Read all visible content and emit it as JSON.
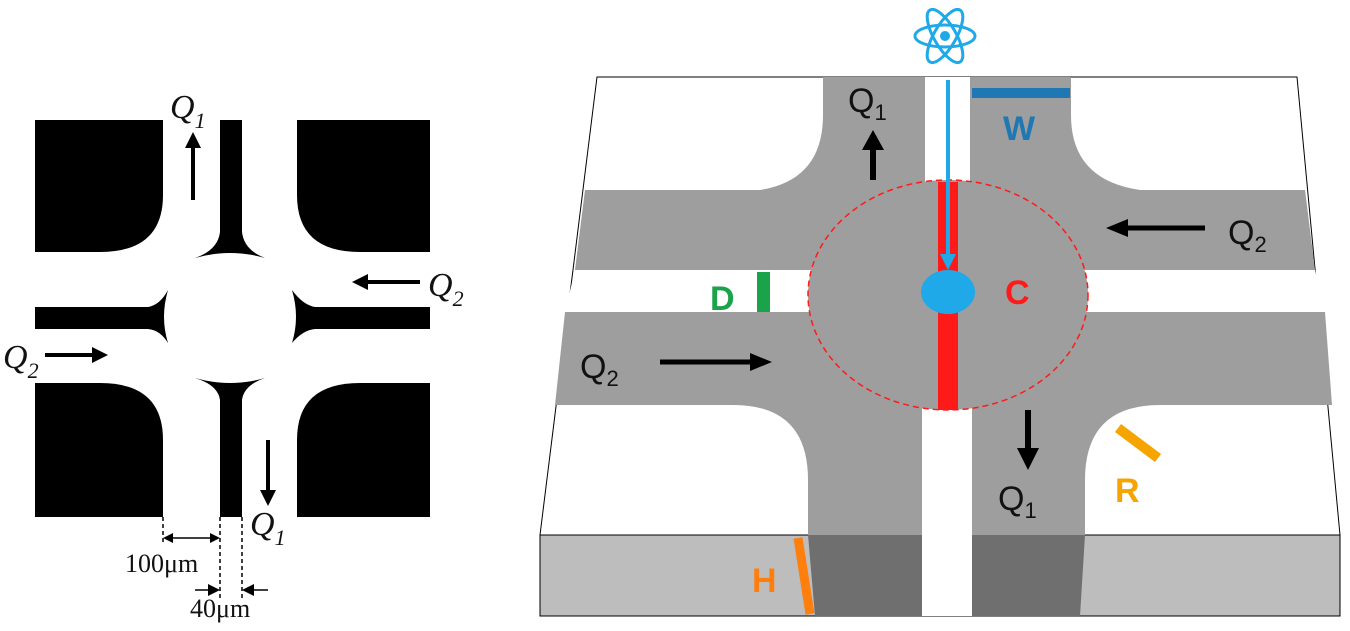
{
  "left_diagram": {
    "flow_q1_top": {
      "main": "Q",
      "sub": "1"
    },
    "flow_q1_bottom": {
      "main": "Q",
      "sub": "1"
    },
    "flow_q2_right": {
      "main": "Q",
      "sub": "2"
    },
    "flow_q2_left": {
      "main": "Q",
      "sub": "2"
    },
    "dim_100": "100μm",
    "dim_40": "40μm"
  },
  "right_diagram": {
    "flow_q1_top": {
      "main": "Q",
      "sub": "1"
    },
    "flow_q1_bottom": {
      "main": "Q",
      "sub": "1"
    },
    "flow_q2_right": {
      "main": "Q",
      "sub": "2"
    },
    "flow_q2_left": {
      "main": "Q",
      "sub": "2"
    },
    "labels": {
      "W": "W",
      "D": "D",
      "C": "C",
      "R": "R",
      "H": "H"
    }
  },
  "colors": {
    "channel_black": "#000000",
    "channel_gray": "#9e9e9e",
    "side_gray": "#bdbdbd",
    "side_dark": "#6f6f6f",
    "accent_blue": "#1fa9e8",
    "accent_red": "#ff1a1a",
    "label_W": "#1f77b4",
    "label_D": "#1aa34a",
    "label_C": "#ff1a1a",
    "label_R": "#f5a400",
    "label_H": "#ff7f0e"
  }
}
